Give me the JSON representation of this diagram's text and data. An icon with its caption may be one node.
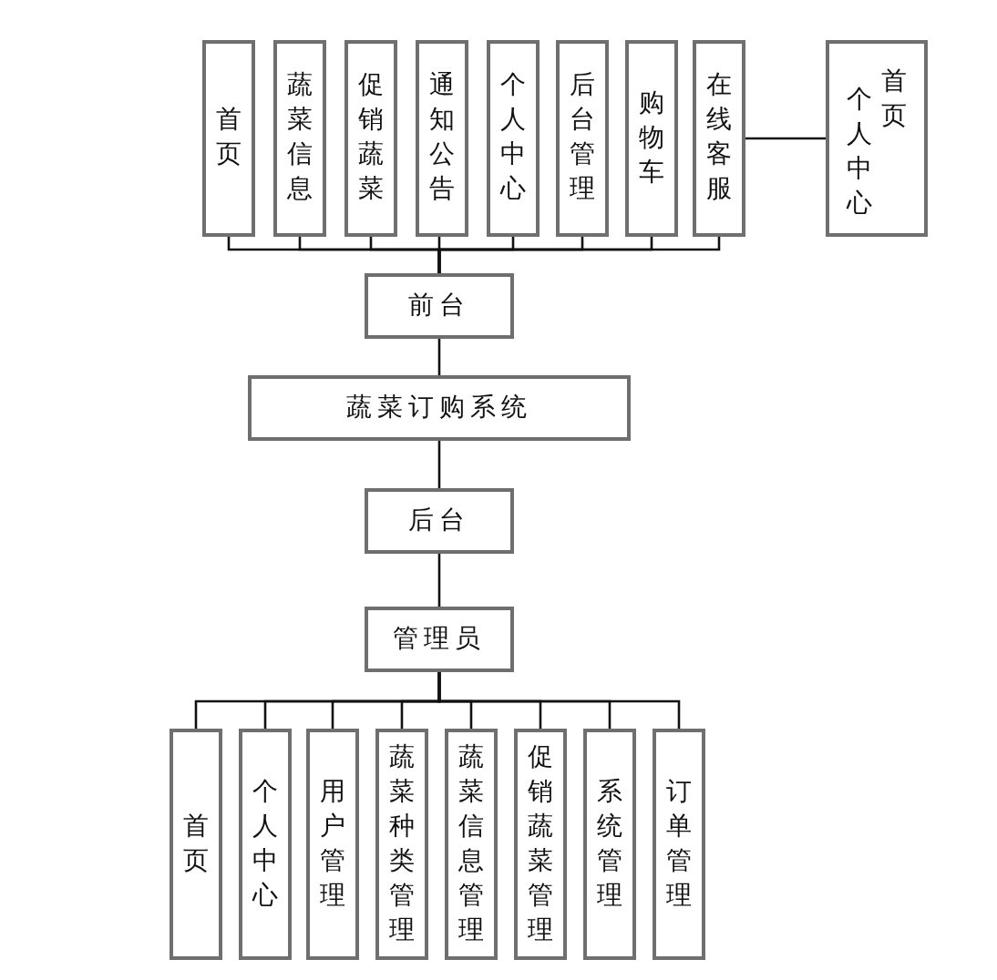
{
  "diagram": {
    "nodes": [
      {
        "text": [
          "首页"
        ]
      },
      {
        "text": [
          "蔬菜信息"
        ]
      },
      {
        "text": [
          "促销蔬菜"
        ]
      },
      {
        "text": [
          "通知公告"
        ]
      },
      {
        "text": [
          "个人中心"
        ]
      },
      {
        "text": [
          "后台管理"
        ]
      },
      {
        "text": [
          "购物车"
        ]
      },
      {
        "text": [
          "在线客服"
        ]
      },
      {
        "text": [
          "个人中心",
          "首页"
        ]
      },
      {
        "text": [
          "前台"
        ]
      },
      {
        "text": [
          "蔬菜订购系统"
        ]
      },
      {
        "text": [
          "后台"
        ]
      },
      {
        "text": [
          "管理员"
        ]
      },
      {
        "text": [
          "首页"
        ]
      },
      {
        "text": [
          "个人中心"
        ]
      },
      {
        "text": [
          "用户管理"
        ]
      },
      {
        "text": [
          "蔬菜种类管理"
        ]
      },
      {
        "text": [
          "蔬菜信息管理"
        ]
      },
      {
        "text": [
          "促销蔬菜管理"
        ]
      },
      {
        "text": [
          "系统管理"
        ]
      },
      {
        "text": [
          "订单管理"
        ]
      }
    ],
    "edges": [
      {
        "from": 9,
        "to": 0,
        "arrow": "none"
      },
      {
        "from": 9,
        "to": 1,
        "arrow": "none"
      },
      {
        "from": 9,
        "to": 2,
        "arrow": "none"
      },
      {
        "from": 9,
        "to": 3,
        "arrow": "none"
      },
      {
        "from": 9,
        "to": 4,
        "arrow": "none"
      },
      {
        "from": 9,
        "to": 5,
        "arrow": "none"
      },
      {
        "from": 9,
        "to": 6,
        "arrow": "none"
      },
      {
        "from": 9,
        "to": 7,
        "arrow": "none"
      },
      {
        "from": 7,
        "to": 8,
        "arrow": "none"
      },
      {
        "from": 9,
        "to": 10,
        "arrow": "none"
      },
      {
        "from": 10,
        "to": 11,
        "arrow": "none"
      },
      {
        "from": 11,
        "to": 12,
        "arrow": "none"
      },
      {
        "from": 12,
        "to": 13,
        "arrow": "none"
      },
      {
        "from": 12,
        "to": 14,
        "arrow": "none"
      },
      {
        "from": 12,
        "to": 15,
        "arrow": "none"
      },
      {
        "from": 12,
        "to": 16,
        "arrow": "none"
      },
      {
        "from": 12,
        "to": 17,
        "arrow": "none"
      },
      {
        "from": 12,
        "to": 18,
        "arrow": "none"
      },
      {
        "from": 12,
        "to": 19,
        "arrow": "none"
      },
      {
        "from": 12,
        "to": 20,
        "arrow": "none"
      }
    ]
  }
}
